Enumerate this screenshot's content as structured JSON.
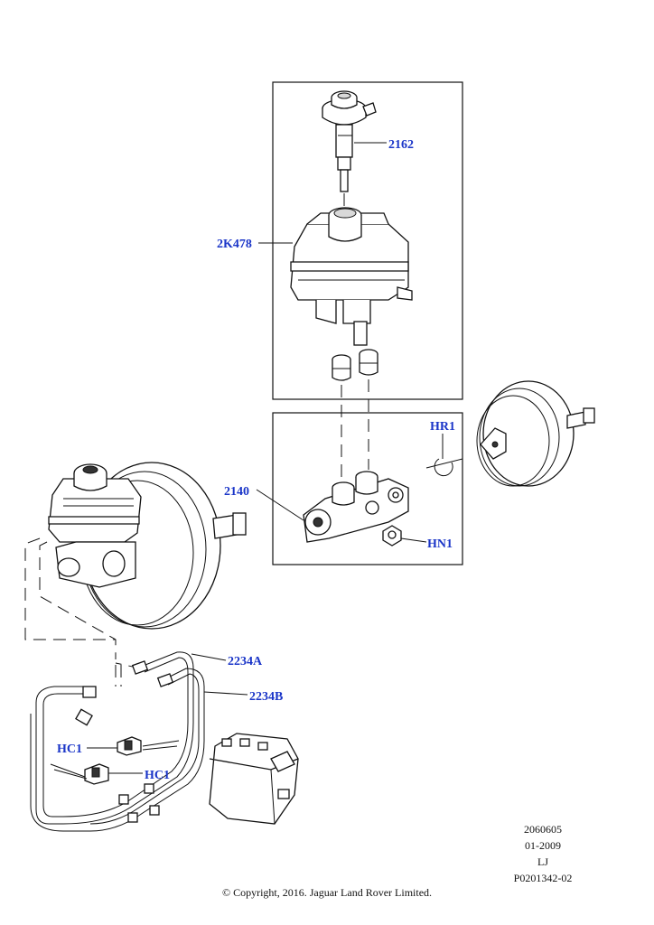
{
  "callouts": {
    "c2162": "2162",
    "c2K478": "2K478",
    "c2140": "2140",
    "cHR1": "HR1",
    "cHN1": "HN1",
    "c2234A": "2234A",
    "c2234B": "2234B",
    "cHC1a": "HC1",
    "cHC1b": "HC1"
  },
  "meta": {
    "code": "2060605",
    "date": "01-2009",
    "initials": "LJ",
    "drawing_no": "P0201342-02"
  },
  "copyright": "© Copyright, 2016. Jaguar Land Rover Limited.",
  "colors": {
    "callout": "#1a35c8",
    "line": "#111111"
  }
}
